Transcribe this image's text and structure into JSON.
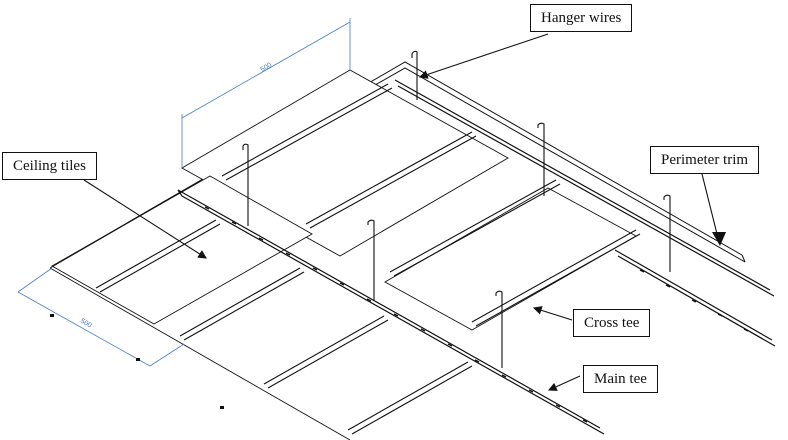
{
  "labels": {
    "hanger_wires": "Hanger wires",
    "ceiling_tiles": "Ceiling tiles",
    "perimeter_trim": "Perimeter trim",
    "cross_tee": "Cross tee",
    "main_tee": "Main tee"
  },
  "dimensions": {
    "top": "500",
    "left": "500"
  },
  "colors": {
    "line": "#111111",
    "dimension": "#4a7fc1",
    "background": "#ffffff"
  }
}
